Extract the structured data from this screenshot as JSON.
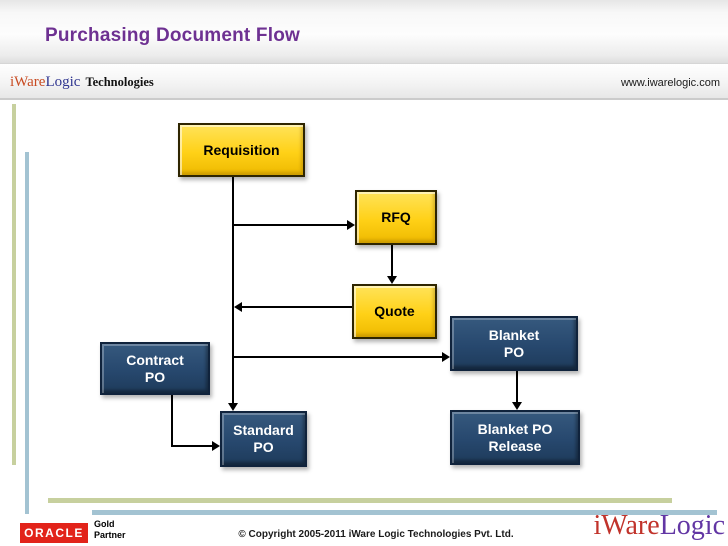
{
  "slide": {
    "title": "Purchasing Document Flow"
  },
  "header": {
    "brand_part1": "iWare",
    "brand_part2": "Logic",
    "brand_suffix": "Technologies",
    "website": "www.iwarelogic.com"
  },
  "diagram": {
    "requisition": {
      "line1": "Requisition"
    },
    "rfq": {
      "line1": "RFQ"
    },
    "quote": {
      "line1": "Quote"
    },
    "blanket_po": {
      "line1": "Blanket",
      "line2": "PO"
    },
    "contract_po": {
      "line1": "Contract",
      "line2": "PO"
    },
    "standard_po": {
      "line1": "Standard",
      "line2": "PO"
    },
    "blanket_po_release": {
      "line1": "Blanket PO",
      "line2": "Release"
    },
    "edges": [
      {
        "from": "Requisition",
        "to": "RFQ"
      },
      {
        "from": "RFQ",
        "to": "Quote"
      },
      {
        "from": "Quote",
        "to": "Requisition"
      },
      {
        "from": "Requisition",
        "to": "Blanket PO"
      },
      {
        "from": "Requisition",
        "to": "Standard PO"
      },
      {
        "from": "Contract PO",
        "to": "Standard PO"
      },
      {
        "from": "Blanket PO",
        "to": "Blanket PO Release"
      }
    ]
  },
  "footer": {
    "oracle": "ORACLE",
    "partner_line1": "Gold",
    "partner_line2": "Partner",
    "copyright": "© Copyright 2005-2011 iWare Logic Technologies Pvt. Ltd.",
    "brand_part1": "iWare",
    "brand_part2": "Logic"
  },
  "colors": {
    "title_purple": "#6e3192",
    "yellow_fill": "#ffd117",
    "navy_fill": "#27486e",
    "accent_olive": "#c7d09e",
    "accent_steel": "#a3c3d2",
    "oracle_red": "#e2231a",
    "connector": "#000000"
  }
}
